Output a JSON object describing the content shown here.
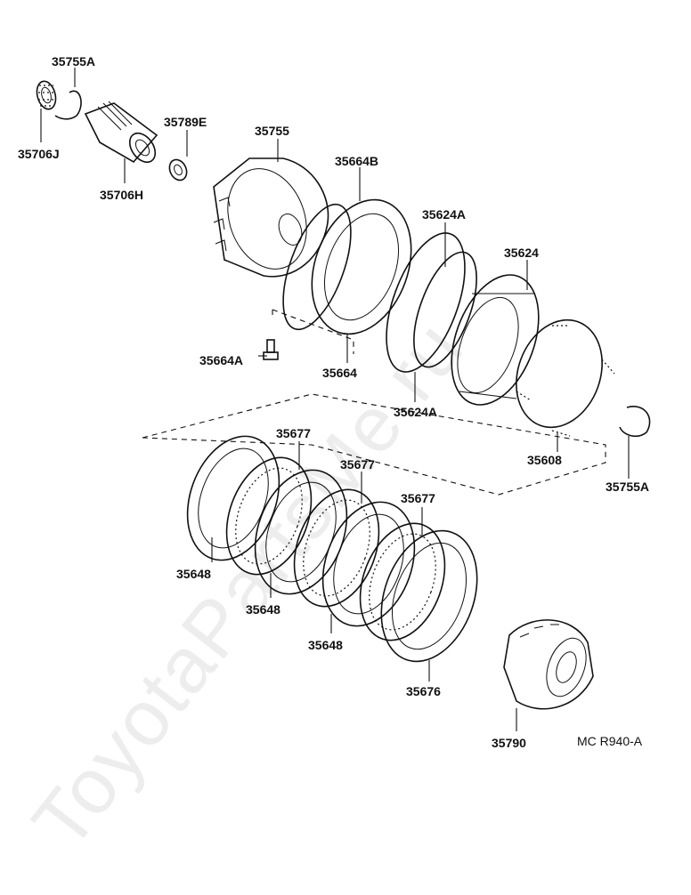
{
  "watermark": "ToyotaPartsMe.ru",
  "reference_code": "MC R940-A",
  "part_numbers": {
    "p35755A_top": "35755A",
    "p35706J": "35706J",
    "p35706H": "35706H",
    "p35789E": "35789E",
    "p35755": "35755",
    "p35664B": "35664B",
    "p35624A_top": "35624A",
    "p35624": "35624",
    "p35664A": "35664A",
    "p35664": "35664",
    "p35624A_bottom": "35624A",
    "p35608": "35608",
    "p35755A_bottom": "35755A",
    "p35677_1": "35677",
    "p35677_2": "35677",
    "p35677_3": "35677",
    "p35648_1": "35648",
    "p35648_2": "35648",
    "p35648_3": "35648",
    "p35676": "35676",
    "p35790": "35790"
  }
}
